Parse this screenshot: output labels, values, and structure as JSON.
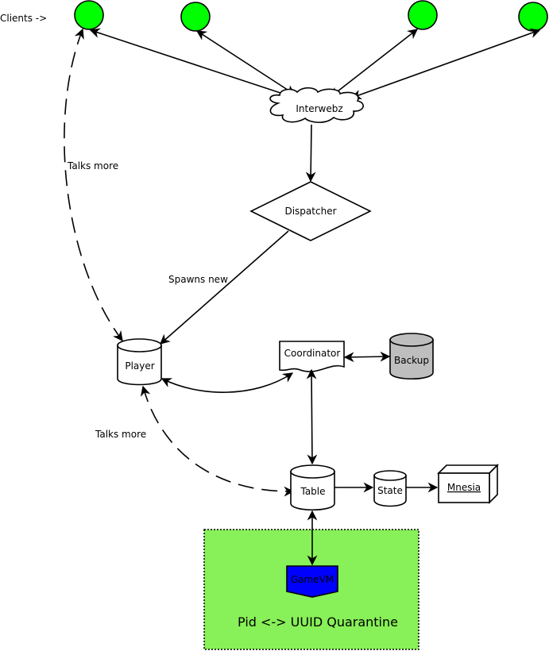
{
  "colors": {
    "client": "#00ff00",
    "backup": "#bebebe",
    "quarantine": "#88f058",
    "gamevm": "#0000ff",
    "stroke": "#000000"
  },
  "annotations": {
    "clients": "Clients ->",
    "talks_more_top": "Talks more",
    "spawns_new": "Spawns new",
    "talks_more_bottom": "Talks more"
  },
  "nodes": {
    "interwebz": "Interwebz",
    "dispatcher": "Dispatcher",
    "player": "Player",
    "coordinator": "Coordinator",
    "backup": "Backup",
    "table": "Table",
    "state": "State",
    "mnesia": "Mnesia",
    "gamevm": "GameVM",
    "quarantine": "Pid <-> UUID Quarantine"
  },
  "icons": {
    "client": "client-circle-icon",
    "cloud": "cloud-icon",
    "diamond": "diamond-icon",
    "cylinder": "database-cylinder-icon",
    "document": "document-icon",
    "box3d": "box-3d-icon"
  }
}
